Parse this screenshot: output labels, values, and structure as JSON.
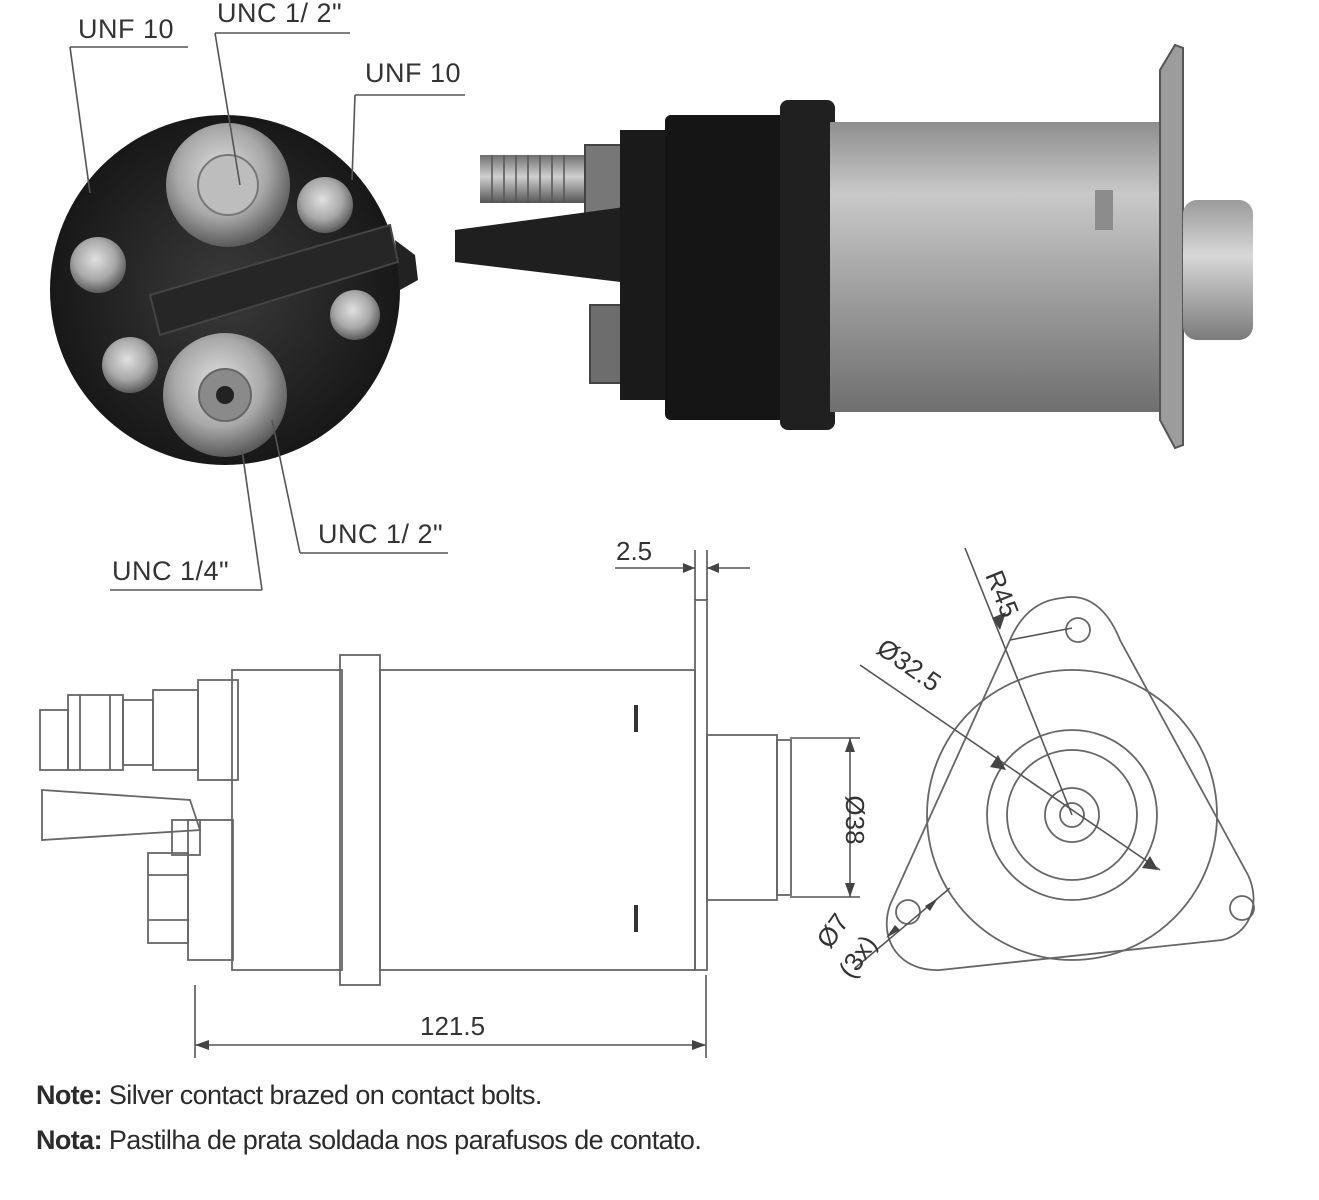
{
  "callouts": {
    "top_left_unf": "UNF 10",
    "top_center_unc": "UNC 1/ 2\"",
    "top_right_unf": "UNF 10",
    "bottom_unc_half": "UNC 1/ 2\"",
    "bottom_unc_quarter": "UNC 1/4\""
  },
  "dimensions": {
    "flange": "2.5",
    "length": "121.5",
    "plunger_dia": "Ø38",
    "radius": "R45",
    "bore_dia": "Ø32.5",
    "hole_dia": "Ø7",
    "hole_count": "(3x)"
  },
  "notes": [
    {
      "label": "Note:",
      "text": " Silver contact brazed on contact bolts."
    },
    {
      "label": "Nota:",
      "text": " Pastilha de prata soldada nos parafusos de contato."
    }
  ],
  "colors": {
    "body_dark": "#1c1c1c",
    "can_metal": "#a6a6a6",
    "line": "#666666"
  }
}
